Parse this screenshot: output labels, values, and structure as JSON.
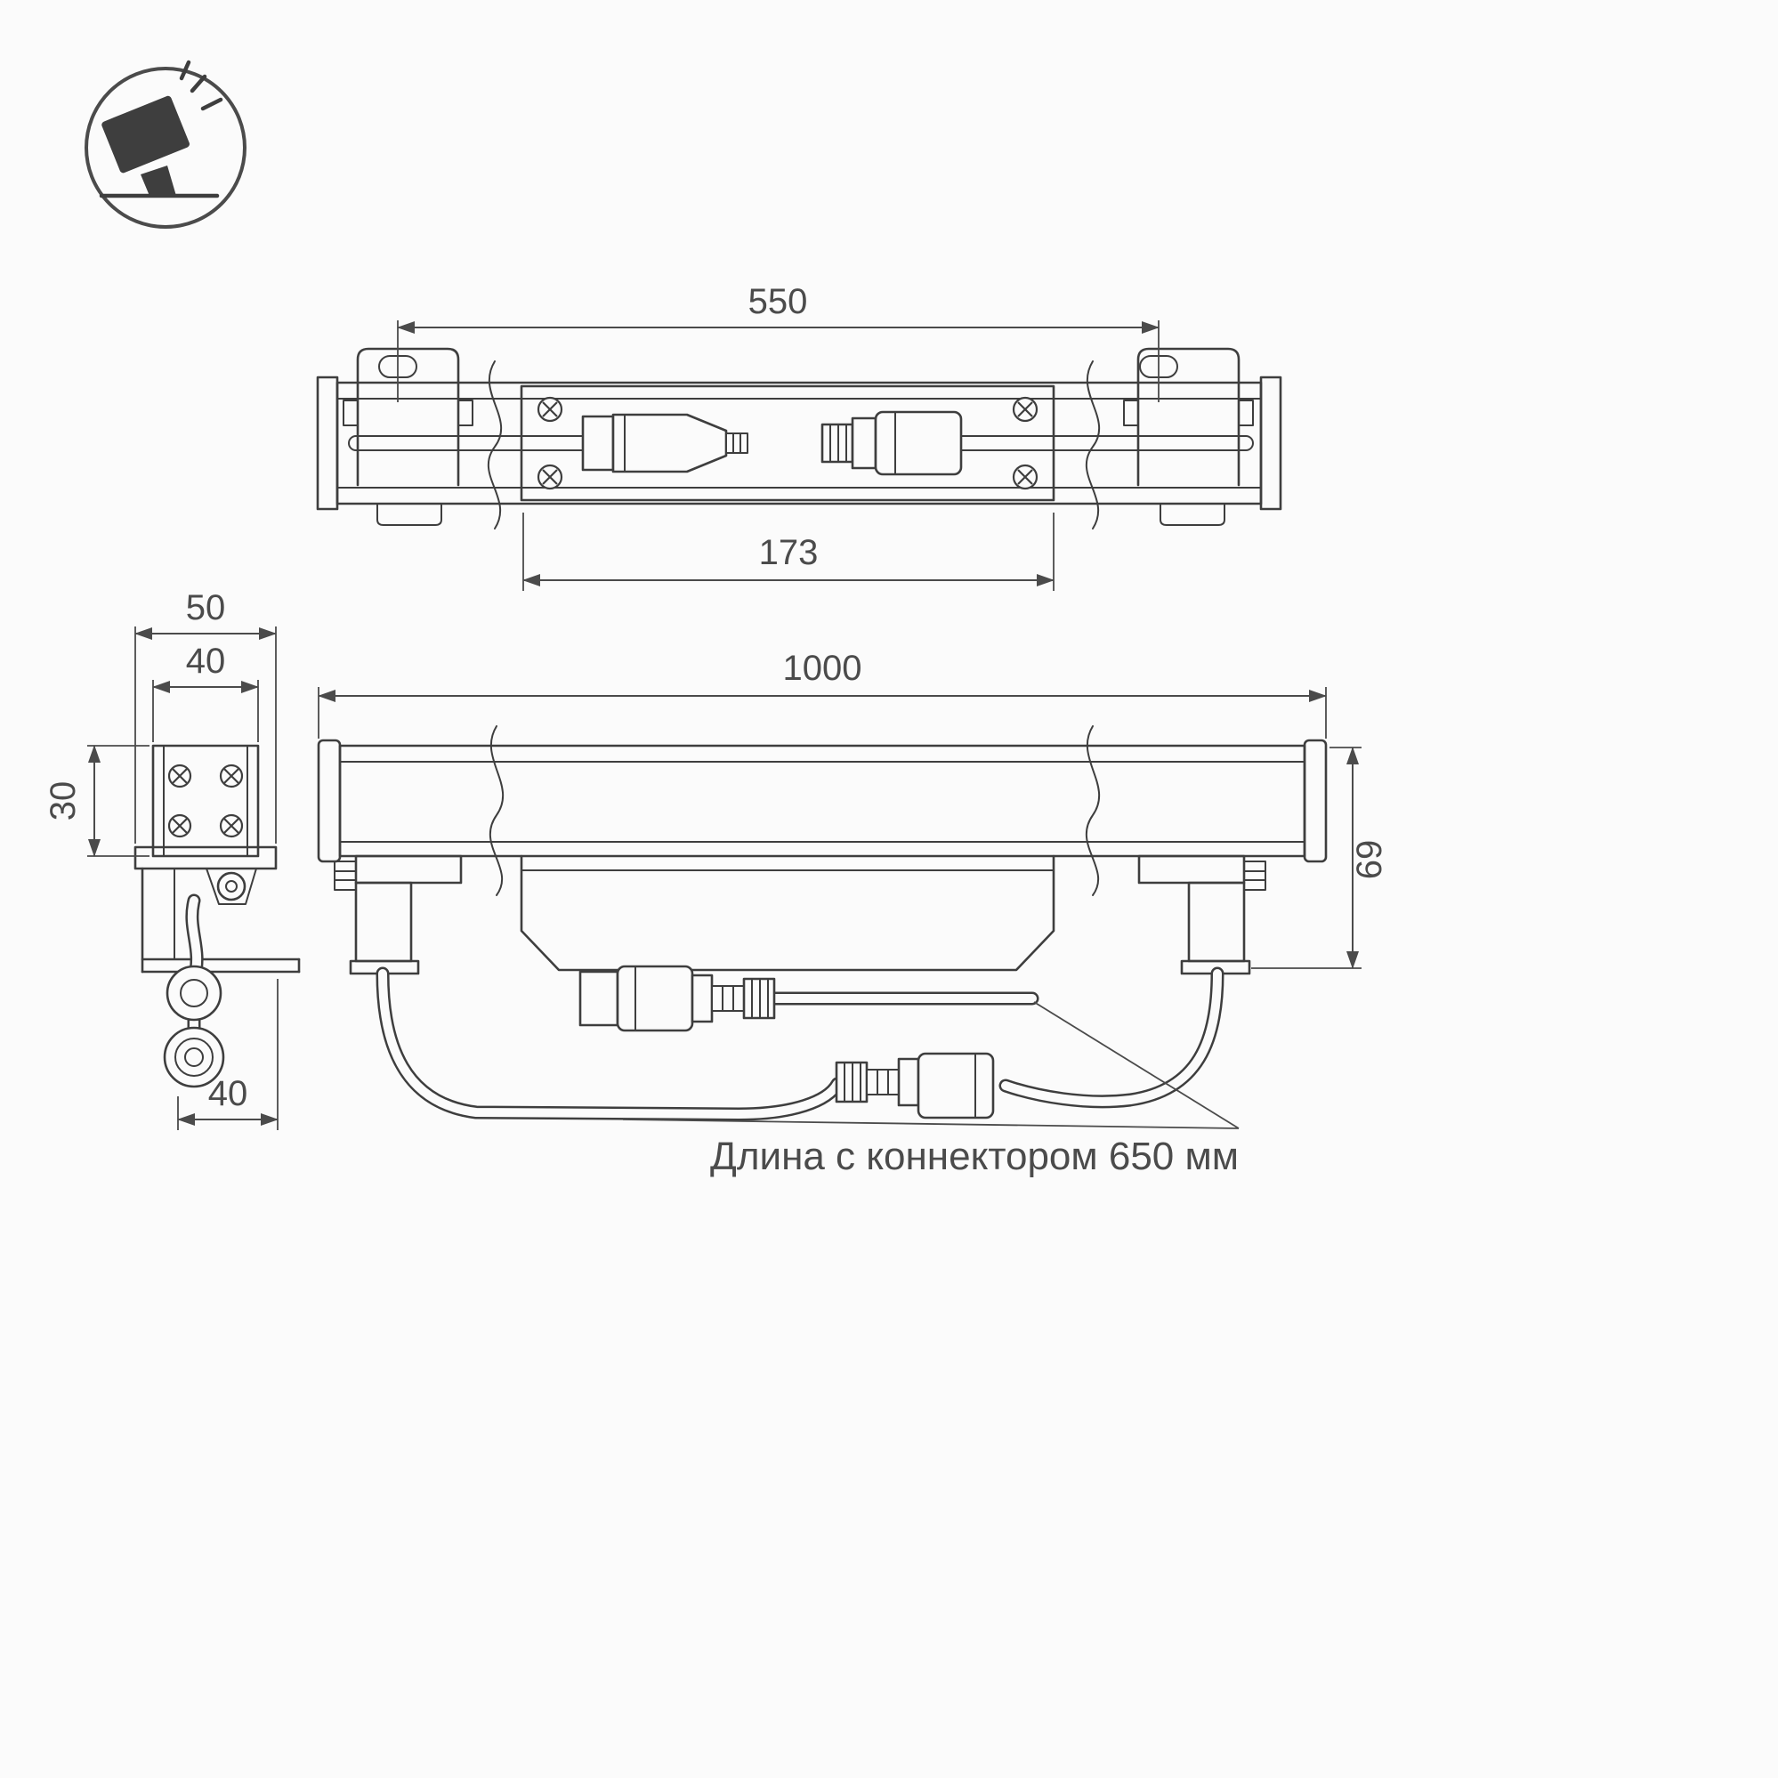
{
  "page": {
    "background": "#fbfbfb",
    "drawing_line_color": "#3e3e3e",
    "dimension_color": "#4b4b4b"
  },
  "icon": {
    "name": "ground-spotlight-icon"
  },
  "top_view": {
    "dims": {
      "mount_spacing": "550",
      "panel_length": "173"
    }
  },
  "side_view": {
    "dims": {
      "overall_width": "50",
      "body_width": "40",
      "body_height": "30",
      "bracket_depth": "40"
    }
  },
  "front_view": {
    "dims": {
      "overall_length": "1000",
      "overall_height": "69"
    }
  },
  "note": {
    "connector_length": "Длина с коннектором 650 мм"
  }
}
